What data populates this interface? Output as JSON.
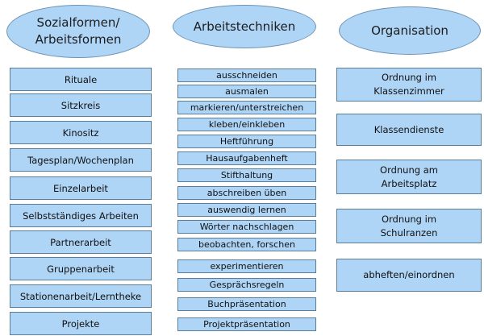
{
  "columns": [
    {
      "header": "Sozialformen/\nArbeitsformen",
      "items": [
        "Rituale",
        "Sitzkreis",
        "Kinositz",
        "Tagesplan/Wochenplan",
        "Einzelarbeit",
        "Selbstständiges Arbeiten",
        "Partnerarbeit",
        "Gruppenarbeit",
        "Stationenarbeit/Lerntheke",
        "Projekte"
      ]
    },
    {
      "header": "Arbeitstechniken",
      "items": [
        "ausschneiden",
        "ausmalen",
        "markieren/unterstreichen",
        "kleben/einkleben",
        "Heftführung",
        "Hausaufgabenheft",
        "Stifthaltung",
        "abschreiben üben",
        "auswendig lernen",
        "Wörter nachschlagen",
        "beobachten, forschen",
        "experimentieren",
        "Gesprächsregeln",
        "Buchpräsentation",
        "Projektpräsentation"
      ]
    },
    {
      "header": "Organisation",
      "items": [
        "Ordnung im\nKlassenzimmer",
        "Klassendienste",
        "Ordnung am\nArbeitsplatz",
        "Ordnung im\nSchulranzen",
        "abheften/einordnen"
      ]
    }
  ],
  "colors": {
    "fill": "#aed4f6",
    "border": "#5a7d9c"
  }
}
